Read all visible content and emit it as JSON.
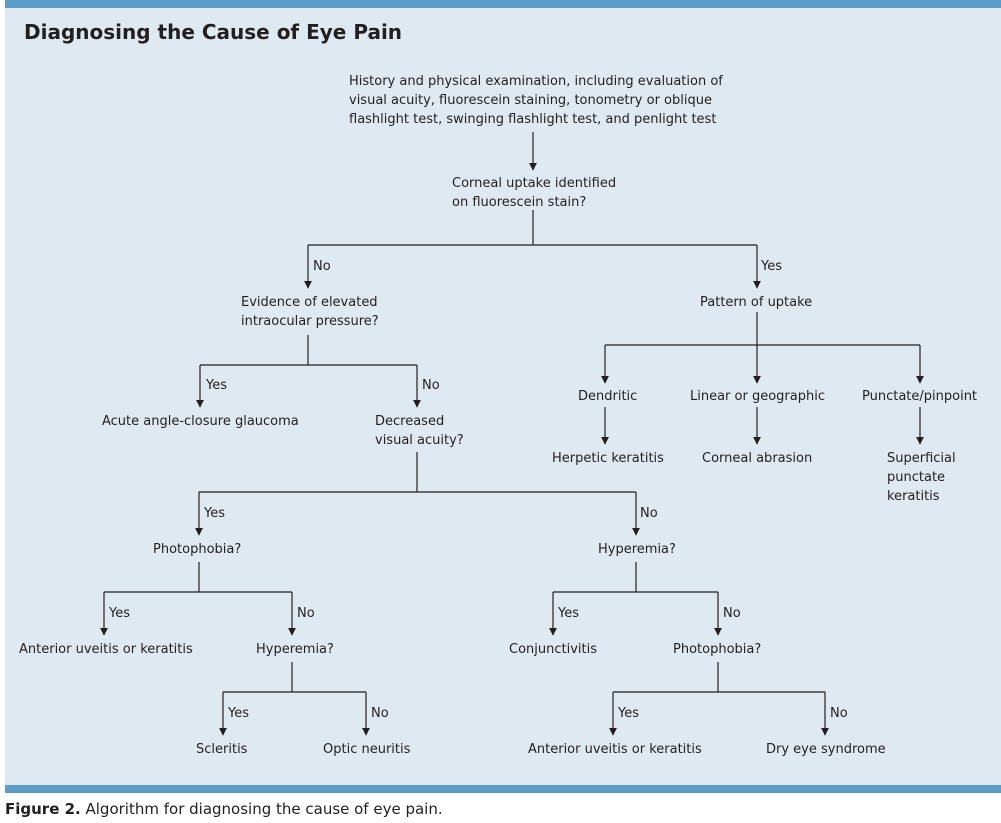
{
  "title": "Diagnosing the Cause of Eye Pain",
  "caption": {
    "label": "Figure 2.",
    "text": " Algorithm for diagnosing the cause of eye pain."
  },
  "nodes": {
    "start": [
      "History and physical examination, including evaluation of",
      "visual acuity, fluorescein staining, tonometry or oblique",
      "flashlight test, swinging flashlight test, and penlight test"
    ],
    "corneal": [
      "Corneal uptake identified",
      "on fluorescein stain?"
    ],
    "elevated_iop": [
      "Evidence of elevated",
      "intraocular pressure?"
    ],
    "pattern": "Pattern of uptake",
    "glaucoma": "Acute angle-closure glaucoma",
    "decreased_va": [
      "Decreased",
      "visual acuity?"
    ],
    "dendritic": "Dendritic",
    "linear": "Linear or geographic",
    "punctate": "Punctate/pinpoint",
    "herpetic": "Herpetic keratitis",
    "abrasion": "Corneal abrasion",
    "superficial": [
      "Superficial",
      "punctate",
      "keratitis"
    ],
    "photophobia_a": "Photophobia?",
    "hyperemia_a": "Hyperemia?",
    "uveitis_a": "Anterior uveitis or keratitis",
    "hyperemia_b": "Hyperemia?",
    "conjunctivitis": "Conjunctivitis",
    "photophobia_b": "Photophobia?",
    "scleritis": "Scleritis",
    "optic_neuritis": "Optic neuritis",
    "uveitis_b": "Anterior uveitis or keratitis",
    "dry_eye": "Dry eye syndrome"
  },
  "branch_labels": {
    "yes": "Yes",
    "no": "No"
  }
}
